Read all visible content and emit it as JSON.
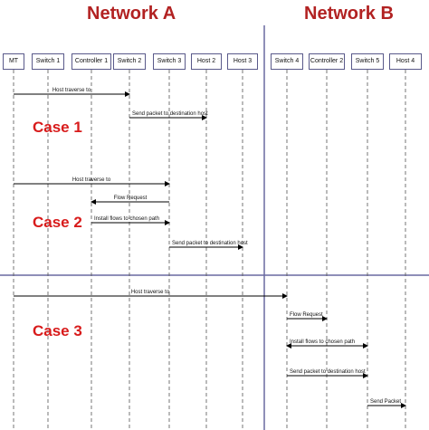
{
  "networks": {
    "a_title": "Network A",
    "b_title": "Network B"
  },
  "nodes": [
    {
      "id": "mt",
      "label": "MT"
    },
    {
      "id": "sw1",
      "label": "Switch 1"
    },
    {
      "id": "c1",
      "label": "Controller 1"
    },
    {
      "id": "sw2",
      "label": "Switch 2"
    },
    {
      "id": "sw3",
      "label": "Switch 3"
    },
    {
      "id": "h2",
      "label": "Host 2"
    },
    {
      "id": "h3",
      "label": "Host 3"
    },
    {
      "id": "sw4",
      "label": "Switch 4"
    },
    {
      "id": "c2",
      "label": "Controller 2"
    },
    {
      "id": "sw5",
      "label": "Switch 5"
    },
    {
      "id": "h4",
      "label": "Host 4"
    }
  ],
  "cases": {
    "case1": "Case 1",
    "case2": "Case 2",
    "case3": "Case 3"
  },
  "messages": [
    {
      "from": "mt",
      "to": "sw2",
      "label": "Host traverse to",
      "kind": "solid"
    },
    {
      "from": "sw2",
      "to": "h2",
      "label": "Send packet to destination host",
      "kind": "solid"
    },
    {
      "from": "mt",
      "to": "sw3",
      "label": "Host traverse to",
      "kind": "solid"
    },
    {
      "from": "sw3",
      "to": "c1",
      "label": "Flow Request",
      "kind": "solid"
    },
    {
      "from": "c1",
      "to": "sw3",
      "label": "Install flows to chosen path",
      "kind": "solid"
    },
    {
      "from": "sw3",
      "to": "h3",
      "label": "Send packet to destination host",
      "kind": "solid"
    },
    {
      "from": "mt",
      "to": "sw4",
      "label": "Host traverse to",
      "kind": "solid"
    },
    {
      "from": "sw4",
      "to": "c2",
      "label": "Flow Request",
      "kind": "solid"
    },
    {
      "from": "sw4",
      "to": "sw5",
      "label": "Install flows to chosen path",
      "kind": "double"
    },
    {
      "from": "sw4",
      "to": "sw5",
      "label": "Send packet to destination host",
      "kind": "solid"
    },
    {
      "from": "sw5",
      "to": "h4",
      "label": "Send Packet",
      "kind": "solid"
    }
  ]
}
